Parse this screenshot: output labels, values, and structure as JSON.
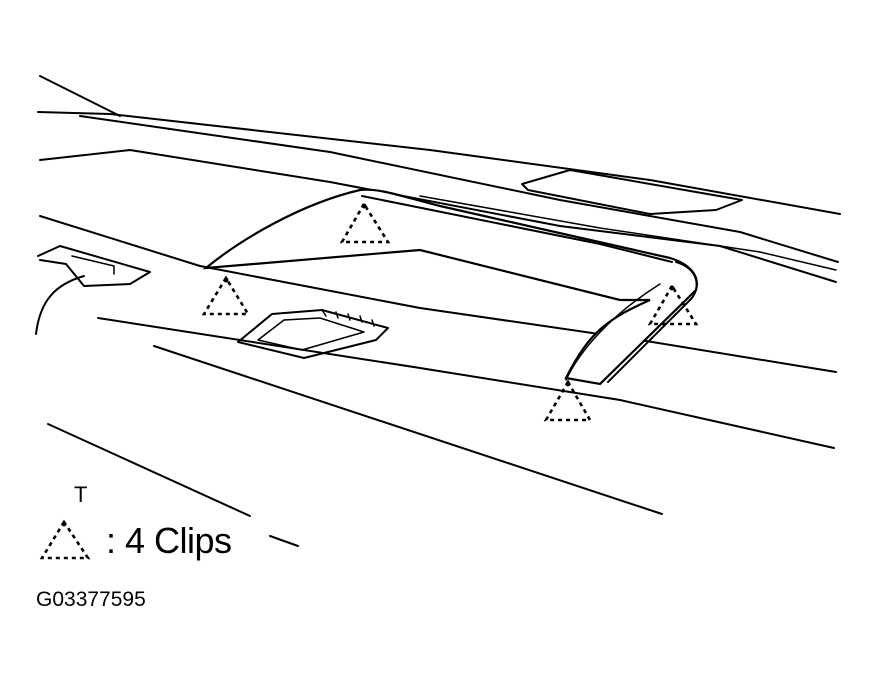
{
  "legend": {
    "mark": "T",
    "text": ": 4 Clips",
    "symbol": "dashed-triangle-icon"
  },
  "figure_code": "G03377595",
  "colors": {
    "ink": "#000000",
    "paper": "#ffffff"
  }
}
